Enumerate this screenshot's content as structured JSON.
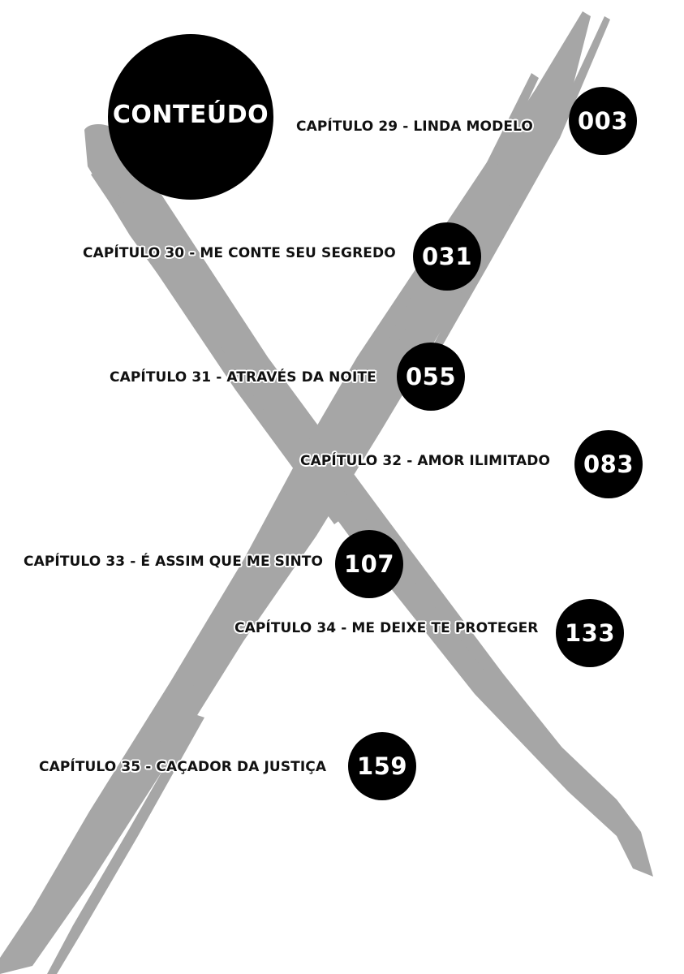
{
  "title": "CONTEÚDO",
  "chapters": [
    {
      "label": "CAPÍTULO 29 - LINDA MODELO",
      "page": "003"
    },
    {
      "label": "CAPÍTULO 30 - ME CONTE SEU SEGREDO",
      "page": "031"
    },
    {
      "label": "CAPÍTULO 31 - ATRAVÉS DA NOITE",
      "page": "055"
    },
    {
      "label": "CAPÍTULO 32 - AMOR ILIMITADO",
      "page": "083"
    },
    {
      "label": "CAPÍTULO 33 - É ASSIM QUE ME SINTO",
      "page": "107"
    },
    {
      "label": "CAPÍTULO 34 - ME DEIXE TE PROTEGER",
      "page": "133"
    },
    {
      "label": "CAPÍTULO 35 - CAÇADOR DA JUSTIÇA",
      "page": "159"
    }
  ],
  "colors": {
    "background": "#ffffff",
    "brush_stroke": "#a6a6a6",
    "circle": "#000000",
    "circle_text": "#ffffff",
    "label_text": "#111111"
  }
}
